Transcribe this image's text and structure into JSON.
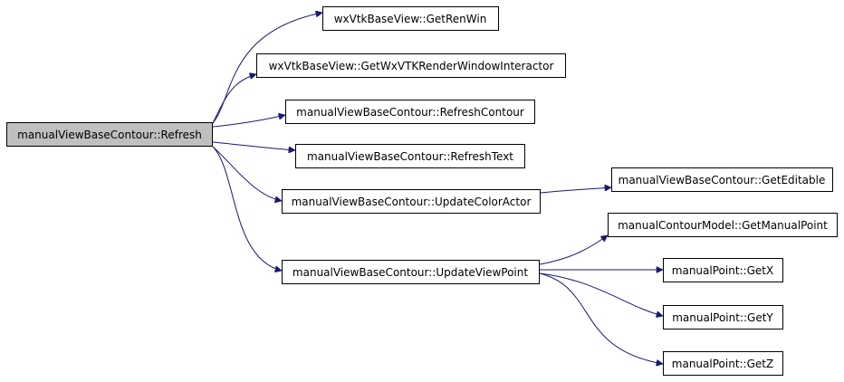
{
  "colors": {
    "edge": "#191970",
    "node_fill": "#ffffff",
    "root_fill": "#bfbfbf",
    "node_border": "#000000"
  },
  "nodes": {
    "refresh": "manualViewBaseContour::Refresh",
    "getrenwin": "wxVtkBaseView::GetRenWin",
    "getwxvtk": "wxVtkBaseView::GetWxVTKRenderWindowInteractor",
    "refreshcontour": "manualViewBaseContour::RefreshContour",
    "refreshtext": "manualViewBaseContour::RefreshText",
    "updatecoloractor": "manualViewBaseContour::UpdateColorActor",
    "updateviewpoint": "manualViewBaseContour::UpdateViewPoint",
    "geteditable": "manualViewBaseContour::GetEditable",
    "getmanualpoint": "manualContourModel::GetManualPoint",
    "getx": "manualPoint::GetX",
    "gety": "manualPoint::GetY",
    "getz": "manualPoint::GetZ"
  },
  "edges": [
    [
      "refresh",
      "getrenwin"
    ],
    [
      "refresh",
      "getwxvtk"
    ],
    [
      "refresh",
      "refreshcontour"
    ],
    [
      "refresh",
      "refreshtext"
    ],
    [
      "refresh",
      "updatecoloractor"
    ],
    [
      "refresh",
      "updateviewpoint"
    ],
    [
      "updatecoloractor",
      "geteditable"
    ],
    [
      "updateviewpoint",
      "getmanualpoint"
    ],
    [
      "updateviewpoint",
      "getx"
    ],
    [
      "updateviewpoint",
      "gety"
    ],
    [
      "updateviewpoint",
      "getz"
    ]
  ]
}
